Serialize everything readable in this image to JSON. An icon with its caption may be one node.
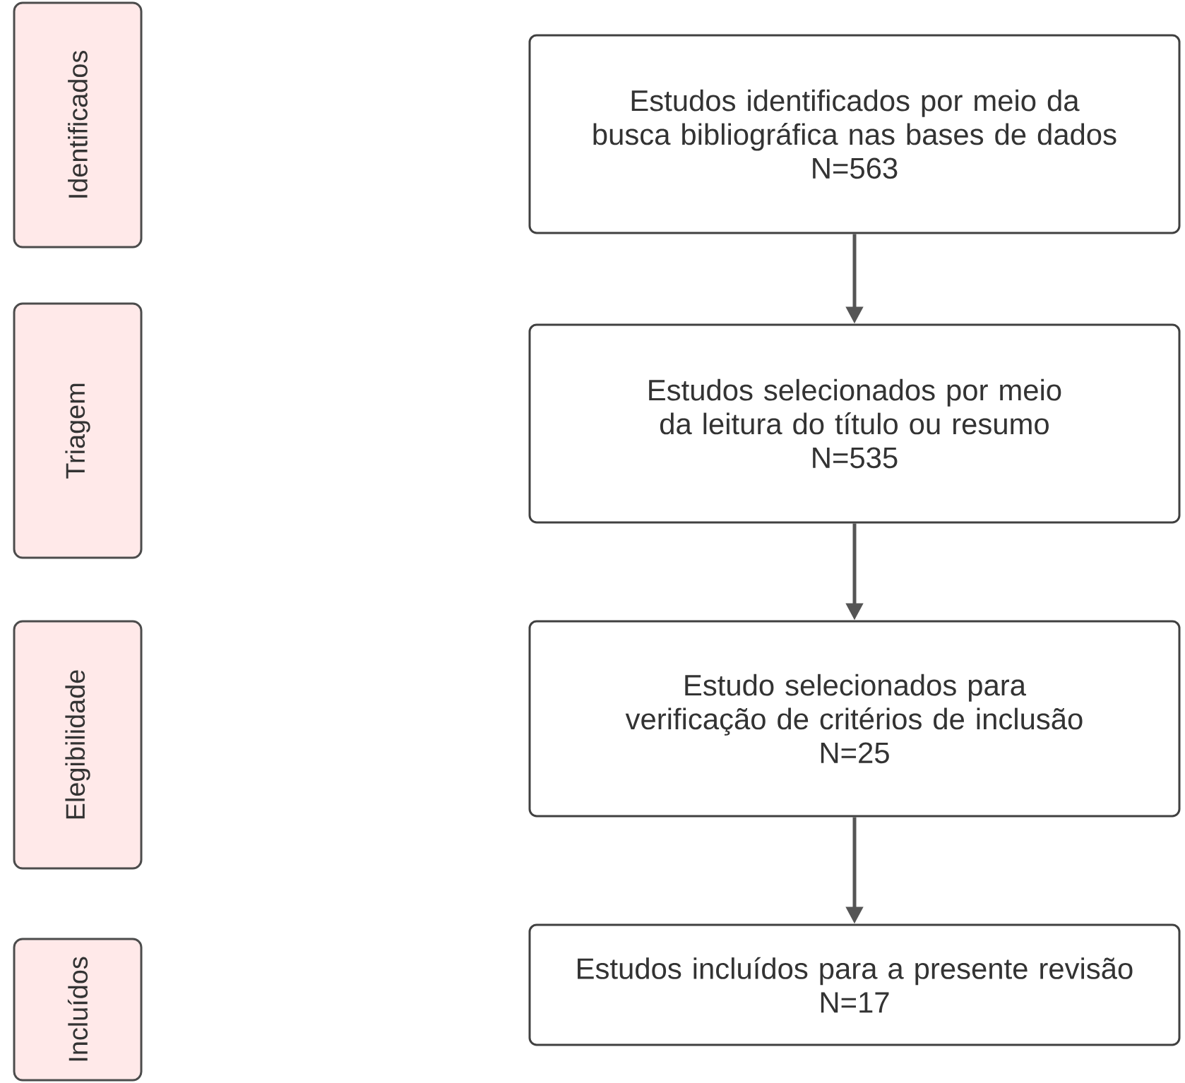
{
  "diagram": {
    "nodes": [
      {
        "text": [
          "Identificados"
        ]
      },
      {
        "text": [
          "Estudos identificados por meio da busca bibliográfica nas bases de dados",
          "N=563"
        ]
      },
      {
        "text": [
          "Triagem"
        ]
      },
      {
        "text": [
          "Estudos selecionados por meio da leitura do título ou resumo",
          "N=535"
        ]
      },
      {
        "text": [
          "Elegibilidade"
        ]
      },
      {
        "text": [
          "Estudo selecionados para verificação de critérios de inclusão",
          "N=25"
        ]
      },
      {
        "text": [
          "Incluídos"
        ]
      },
      {
        "text": [
          "Estudos incluídos para a presente revisão",
          "N=17"
        ]
      }
    ],
    "edges": [
      {
        "from": 1,
        "to": 3,
        "arrow": "to"
      },
      {
        "from": 3,
        "to": 5,
        "arrow": "to"
      },
      {
        "from": 5,
        "to": 7,
        "arrow": "to"
      }
    ]
  }
}
